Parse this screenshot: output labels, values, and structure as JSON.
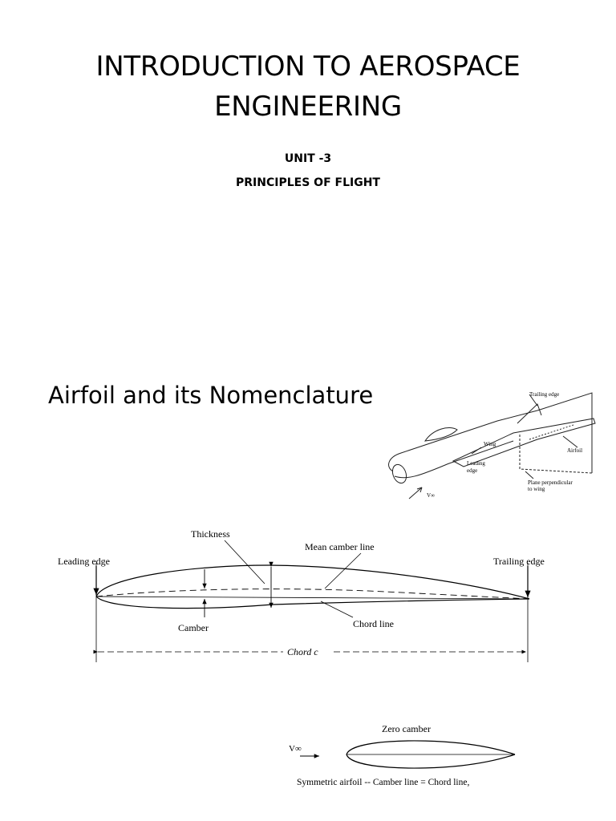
{
  "page": {
    "title_line1": "INTRODUCTION TO AEROSPACE",
    "title_line2": "ENGINEERING",
    "unit": "UNIT -3",
    "topic": "PRINCIPLES OF FLIGHT",
    "section_heading": "Airfoil and its Nomenclature"
  },
  "wing_figure": {
    "labels": {
      "trailing_edge": "Trailing edge",
      "wing": "Wing",
      "airfoil": "Airfoil",
      "leading_edge_1": "Leading",
      "leading_edge_2": "edge",
      "plane_1": "Plane perpendicular",
      "plane_2": "to wing",
      "freestream": "V∞"
    }
  },
  "airfoil_figure": {
    "labels": {
      "thickness": "Thickness",
      "mean_camber_line": "Mean camber line",
      "leading_edge": "Leading edge",
      "trailing_edge": "Trailing edge",
      "camber": "Camber",
      "chord_line": "Chord line",
      "chord": "Chord c"
    }
  },
  "symmetric_figure": {
    "labels": {
      "zero_camber": "Zero camber",
      "freestream": "V∞",
      "caption": "Symmetric airfoil -- Camber line = Chord line,"
    }
  }
}
